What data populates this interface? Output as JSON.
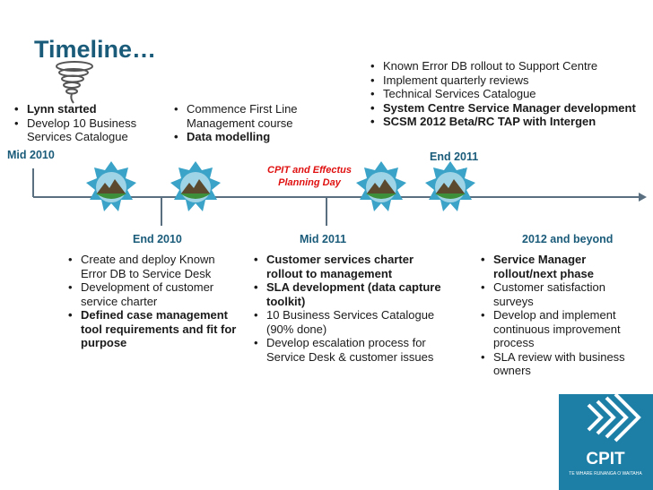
{
  "title": "Timeline…",
  "labels": {
    "mid_2010": "Mid 2010",
    "end_2010": "End 2010",
    "mid_2011": "Mid 2011",
    "end_2011": "End 2011",
    "y2012": "2012 and beyond"
  },
  "event": {
    "line1": "CPIT and Effectus",
    "line2": "Planning Day"
  },
  "group_mid2010": [
    "Lynn started",
    "Develop 10 Business Services Catalogue"
  ],
  "group_commence": [
    "Commence First Line Management course",
    "Data modelling"
  ],
  "group_known": [
    "Known Error DB rollout to Support Centre",
    "Implement quarterly reviews",
    "Technical Services Catalogue",
    "System Centre Service Manager development",
    "SCSM 2012 Beta/RC TAP with Intergen"
  ],
  "group_end2010": [
    "Create and deploy Known Error DB to Service Desk",
    "Development of customer service charter",
    "Defined case management tool requirements and fit for purpose"
  ],
  "group_mid2011": [
    "Customer services charter rollout to management",
    "SLA development (data capture toolkit)",
    "10 Business Services Catalogue (90% done)",
    "Develop escalation process for Service Desk & customer issues"
  ],
  "group_2012": [
    "Service Manager rollout/next phase",
    "Customer satisfaction surveys",
    "Develop and implement continuous improvement process",
    "SLA review with business owners"
  ],
  "logo": {
    "text": "CPIT",
    "sub": "TE WHARE RUNANGA O WAITAHA"
  },
  "icons": [
    "tornado-icon",
    "landscape-icon"
  ],
  "colors": {
    "heading": "#1a5b7a",
    "event": "#e01010",
    "timeline": "#5a7080",
    "logo_bg": "#1e7fa6"
  }
}
